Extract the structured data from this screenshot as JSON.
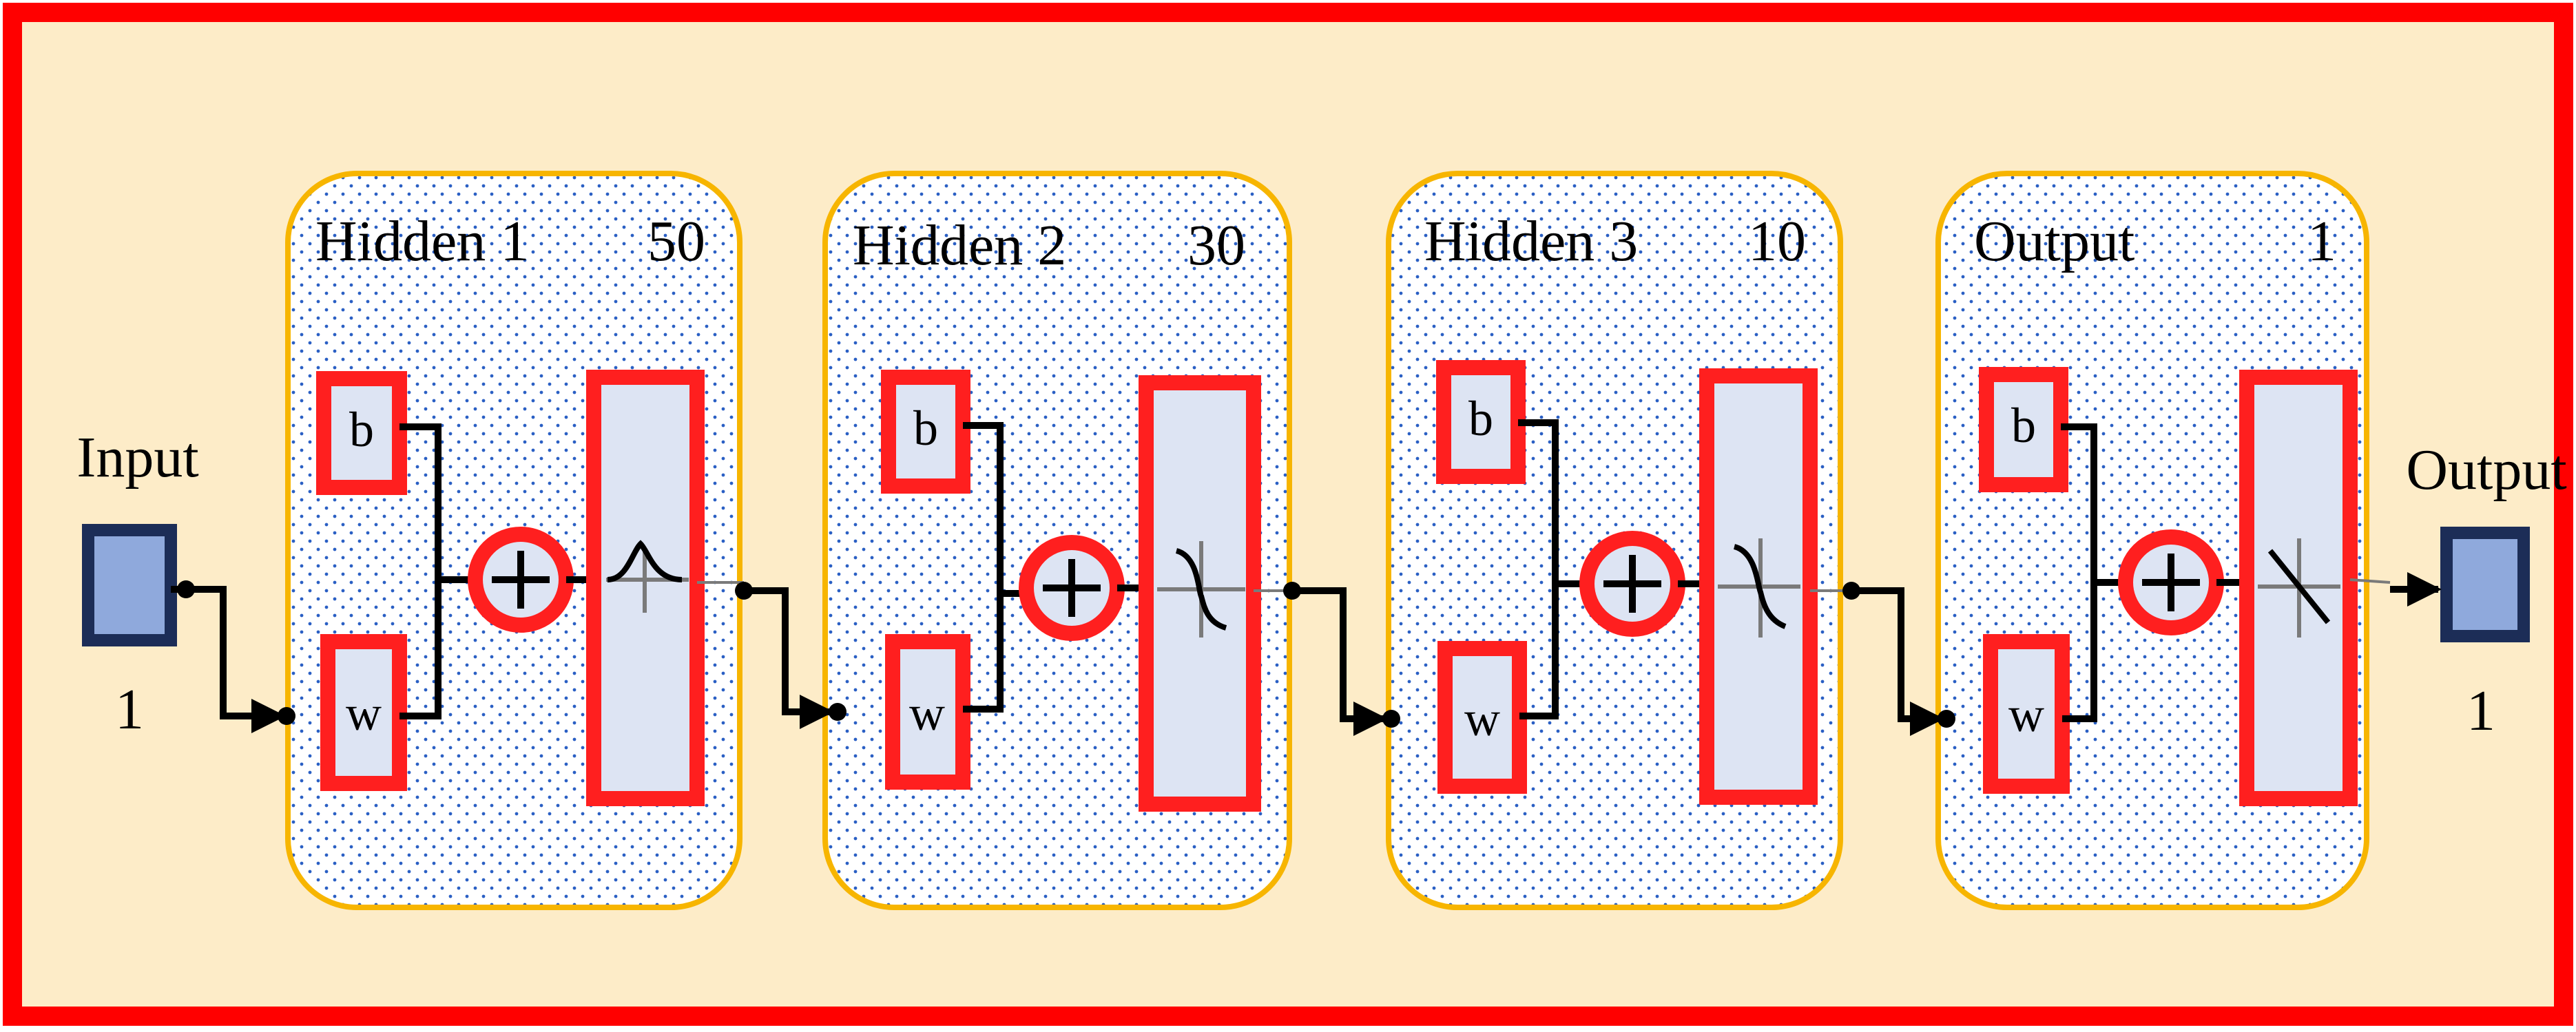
{
  "colors": {
    "background": "#fdecc8",
    "frame_border": "#ff0000",
    "layer_border": "#f7b500",
    "layer_fill": "#ffffff",
    "layer_dots": "#2a5fc4",
    "block_border": "#ff1f1f",
    "block_fill": "#dde4f3",
    "port_fill": "#8fa9dc",
    "port_border": "#1c2d57",
    "wire": "#000000",
    "transfer_line": "#7a7a7a"
  },
  "input": {
    "label": "Input",
    "size": "1"
  },
  "output": {
    "label": "Output",
    "size": "1"
  },
  "layers": [
    {
      "name": "Hidden 1",
      "neurons": "50",
      "bias_label": "b",
      "weight_label": "w",
      "sum_icon": "plus-circle-icon",
      "transfer_icon": "radbas-icon"
    },
    {
      "name": "Hidden 2",
      "neurons": "30",
      "bias_label": "b",
      "weight_label": "w",
      "sum_icon": "plus-circle-icon",
      "transfer_icon": "tansig-icon"
    },
    {
      "name": "Hidden 3",
      "neurons": "10",
      "bias_label": "b",
      "weight_label": "w",
      "sum_icon": "plus-circle-icon",
      "transfer_icon": "tansig-icon"
    },
    {
      "name": "Output",
      "neurons": "1",
      "bias_label": "b",
      "weight_label": "w",
      "sum_icon": "plus-circle-icon",
      "transfer_icon": "purelin-icon"
    }
  ]
}
